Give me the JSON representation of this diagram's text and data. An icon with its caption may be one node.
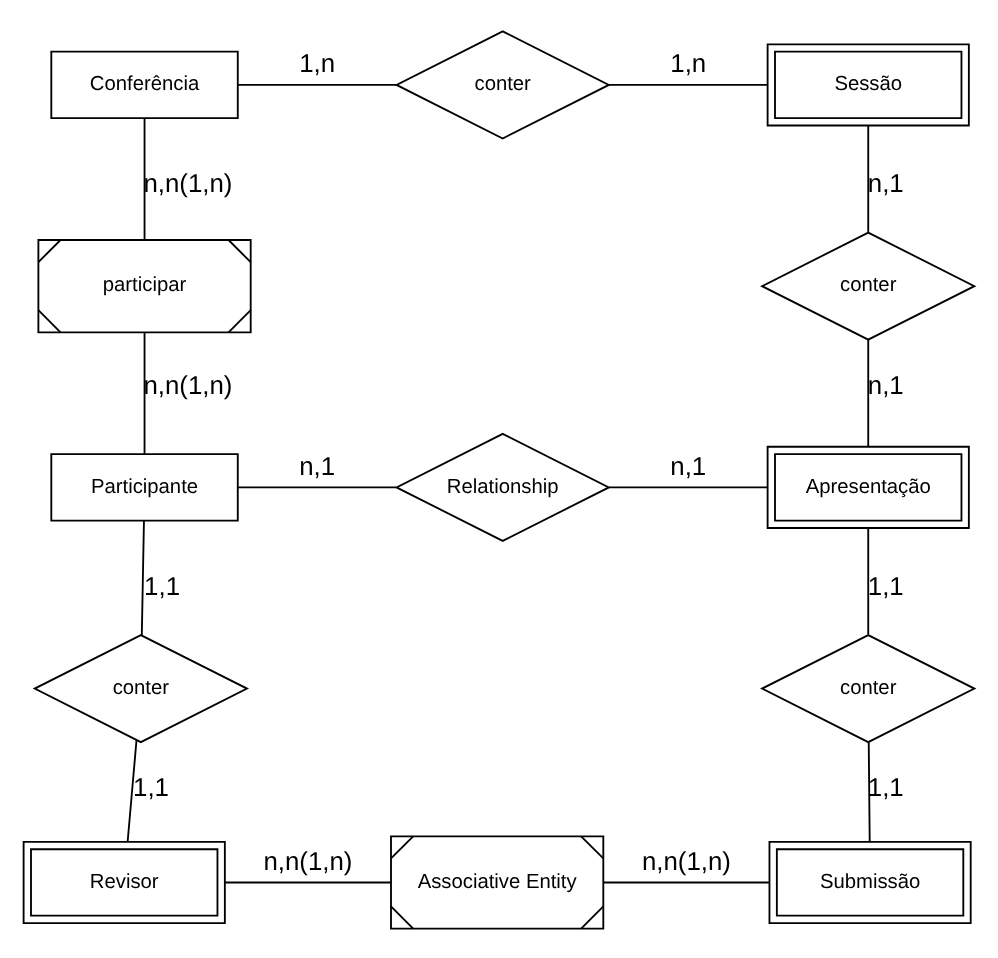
{
  "diagram": {
    "nodes": [
      {
        "text": [
          "Conferência"
        ]
      },
      {
        "text": [
          "conter"
        ]
      },
      {
        "text": [
          "Sessão"
        ]
      },
      {
        "text": [
          "participar"
        ]
      },
      {
        "text": [
          "conter"
        ]
      },
      {
        "text": [
          "Participante"
        ]
      },
      {
        "text": [
          "Relationship"
        ]
      },
      {
        "text": [
          "Apresentação"
        ]
      },
      {
        "text": [
          "conter"
        ]
      },
      {
        "text": [
          "conter"
        ]
      },
      {
        "text": [
          "Revisor"
        ]
      },
      {
        "text": [
          "Associative Entity"
        ]
      },
      {
        "text": [
          "Submissão"
        ]
      }
    ],
    "edges": [
      {
        "from": 0,
        "to": 1,
        "arrow": "none",
        "label": "1,n"
      },
      {
        "from": 1,
        "to": 2,
        "arrow": "none",
        "label": "1,n"
      },
      {
        "from": 0,
        "to": 3,
        "arrow": "none",
        "label": "n,n(1,n)"
      },
      {
        "from": 3,
        "to": 5,
        "arrow": "none",
        "label": "n,n(1,n)"
      },
      {
        "from": 2,
        "to": 4,
        "arrow": "none",
        "label": "n,1"
      },
      {
        "from": 4,
        "to": 7,
        "arrow": "none",
        "label": "n,1"
      },
      {
        "from": 5,
        "to": 6,
        "arrow": "none",
        "label": "n,1"
      },
      {
        "from": 6,
        "to": 7,
        "arrow": "none",
        "label": "n,1"
      },
      {
        "from": 5,
        "to": 8,
        "arrow": "none",
        "label": "1,1"
      },
      {
        "from": 8,
        "to": 10,
        "arrow": "none",
        "label": "1,1"
      },
      {
        "from": 7,
        "to": 9,
        "arrow": "none",
        "label": "1,1"
      },
      {
        "from": 9,
        "to": 12,
        "arrow": "none",
        "label": "1,1"
      },
      {
        "from": 10,
        "to": 11,
        "arrow": "none",
        "label": "n,n(1,n)"
      },
      {
        "from": 11,
        "to": 12,
        "arrow": "none",
        "label": "n,n(1,n)"
      }
    ]
  }
}
